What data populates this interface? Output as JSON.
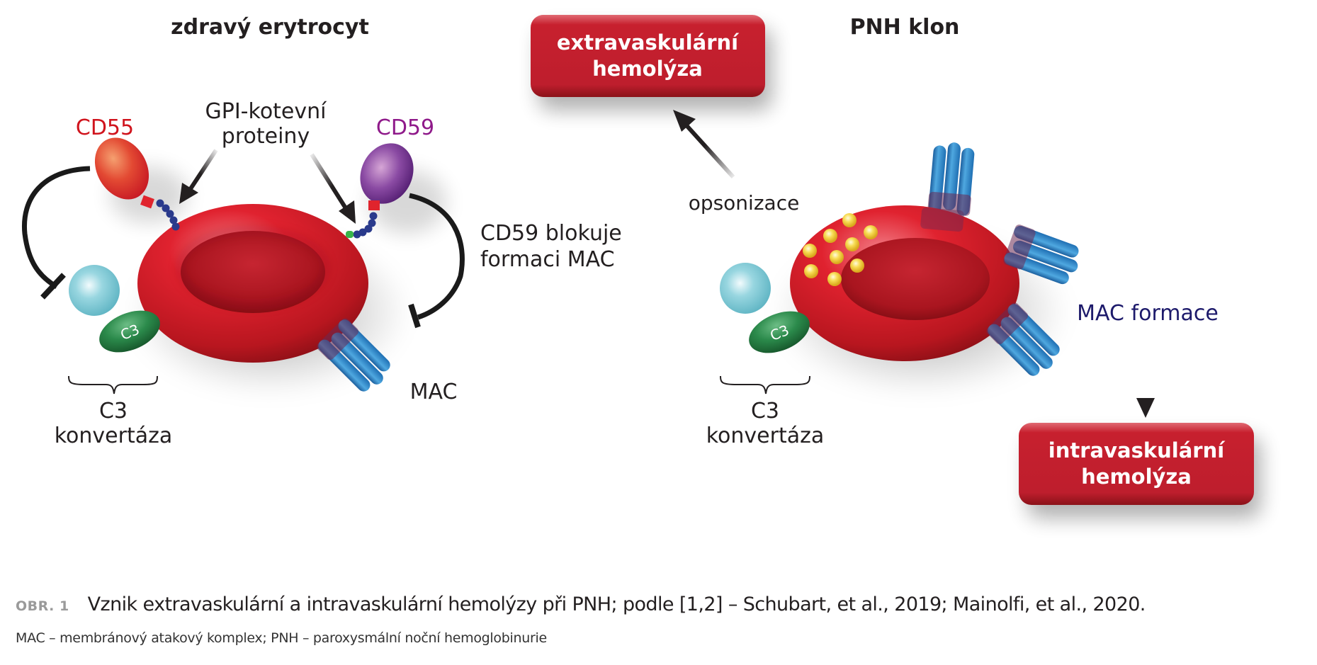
{
  "panels": {
    "left": {
      "title": "zdravý erytrocyt",
      "labels": {
        "cd55": "CD55",
        "cd59": "CD59",
        "gpi_line1": "GPI-kotevní",
        "gpi_line2": "proteiny",
        "cd59_blocks_line1": "CD59 blokuje",
        "cd59_blocks_line2": "formaci MAC",
        "mac": "MAC",
        "c3_badge": "C3",
        "c3_conv_line1": "C3",
        "c3_conv_line2": "konvertáza"
      }
    },
    "right": {
      "title": "PNH klon",
      "labels": {
        "opsonization": "opsonizace",
        "mac_formation": "MAC formace",
        "c3_badge": "C3",
        "c3_conv_line1": "C3",
        "c3_conv_line2": "konvertáza"
      },
      "boxes": {
        "extravascular_line1": "extravaskulární",
        "extravascular_line2": "hemolýza",
        "intravascular_line1": "intravaskulární",
        "intravascular_line2": "hemolýza"
      }
    }
  },
  "caption": {
    "figure_label": "OBR. 1",
    "title": "Vznik extravaskulární a intravaskulární hemolýzy při PNH; podle [1,2] – Schubart, et al., 2019; Mainolfi, et al., 2020.",
    "abbreviations": "MAC – membránový atakový komplex; PNH – paroxysmální noční hemoglobinurie"
  },
  "colors": {
    "rbc": "#d51f2c",
    "box": "#be1e2d",
    "cd55_label": "#d0141d",
    "cd59_label": "#8f1a8a",
    "mac_formation_label": "#1d1a6b",
    "mac_protein": "#2b8fd0",
    "c3_green": "#1f7a3d",
    "c3b_sphere": "#7fcbd7",
    "opsonin": "#f5d23a"
  }
}
